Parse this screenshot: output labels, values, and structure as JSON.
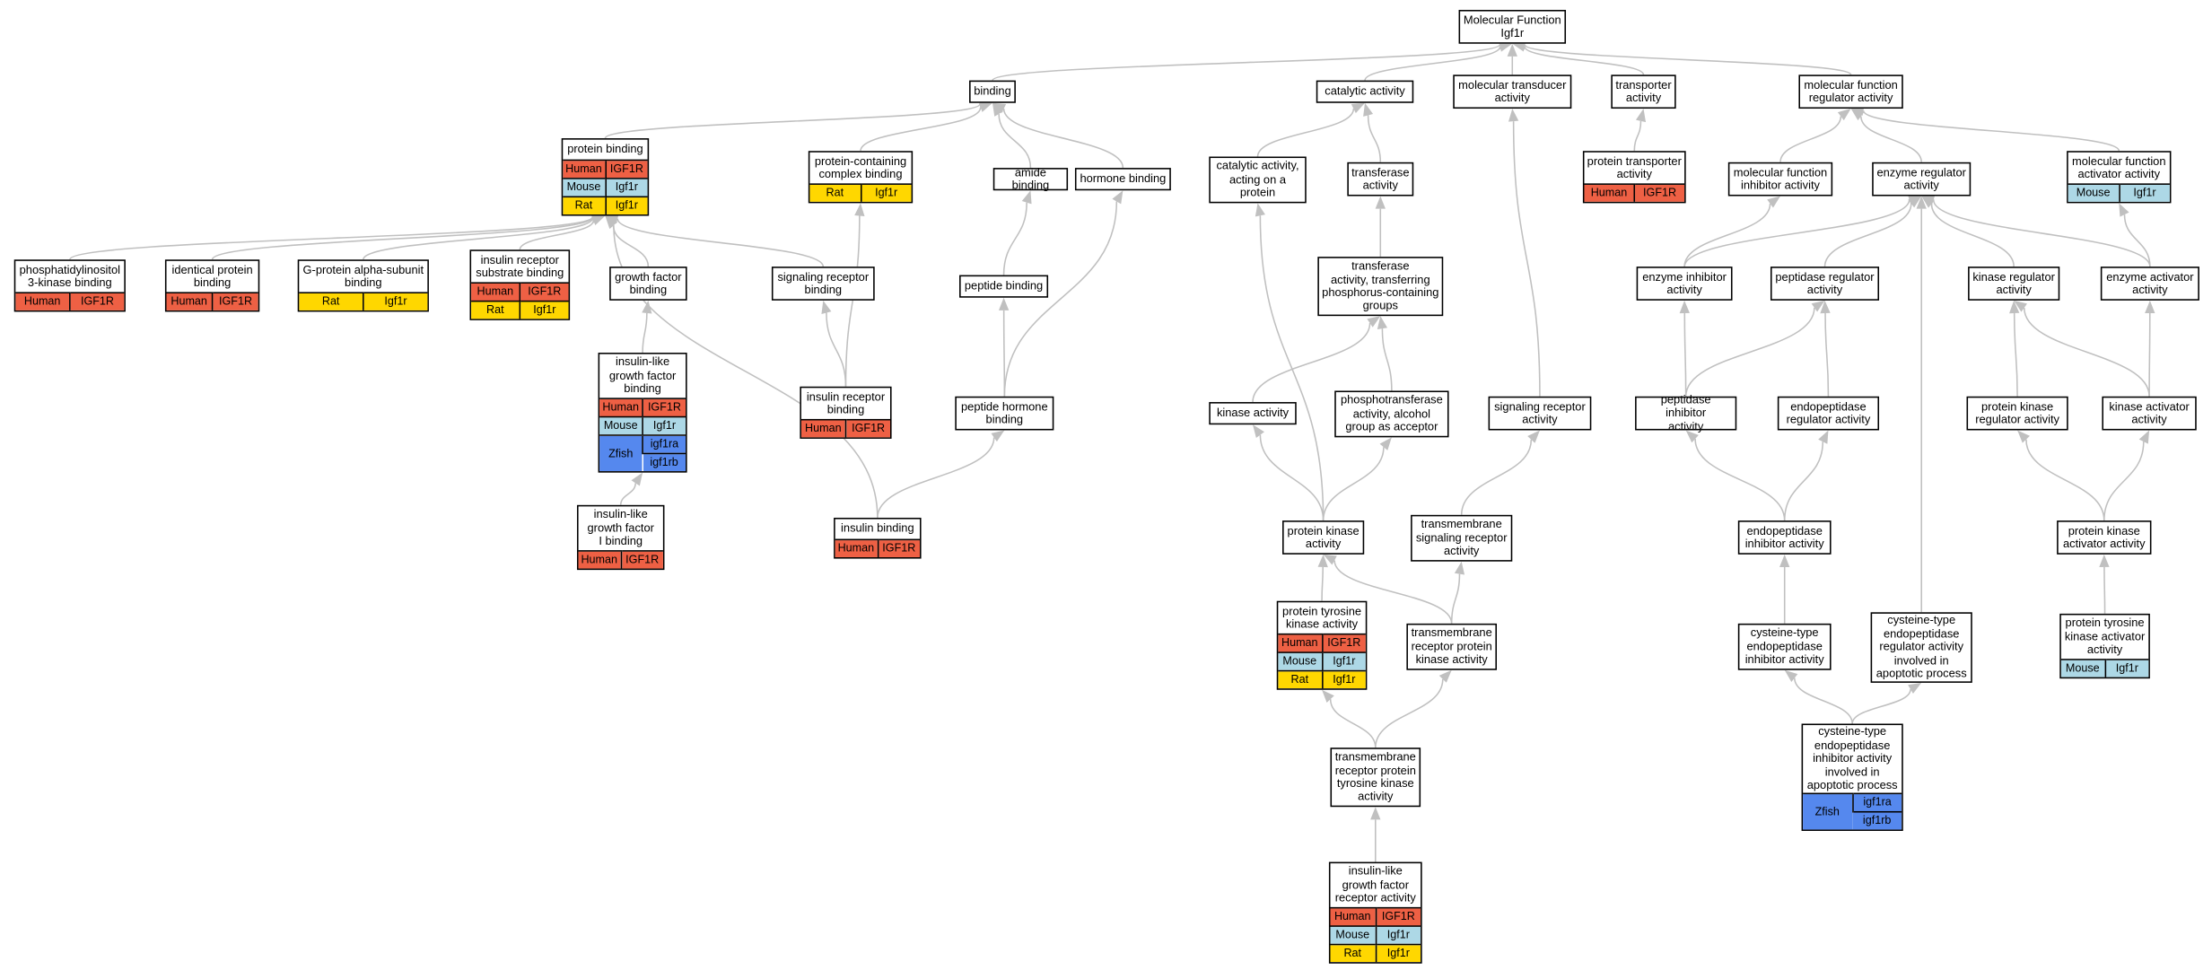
{
  "colors": {
    "Human": "#ee6044",
    "Mouse": "#add8e6",
    "Rat": "#ffd700",
    "Zfish": "#5588ee",
    "edge": "#c0c0c0"
  },
  "nodes": [
    {
      "id": "mf",
      "label": "Molecular Function\nIgf1r",
      "orth": []
    },
    {
      "id": "binding",
      "label": "binding",
      "orth": []
    },
    {
      "id": "catalytic",
      "label": "catalytic activity",
      "orth": []
    },
    {
      "id": "transducer",
      "label": "molecular transducer\nactivity",
      "orth": []
    },
    {
      "id": "transporter",
      "label": "transporter\nactivity",
      "orth": []
    },
    {
      "id": "mfreg",
      "label": "molecular function\nregulator activity",
      "orth": []
    },
    {
      "id": "protbind",
      "label": "protein binding",
      "orth": [
        {
          "sp": "Human",
          "genes": [
            "IGF1R"
          ]
        },
        {
          "sp": "Mouse",
          "genes": [
            "Igf1r"
          ]
        },
        {
          "sp": "Rat",
          "genes": [
            "Igf1r"
          ]
        }
      ]
    },
    {
      "id": "pccbind",
      "label": "protein-containing\ncomplex binding",
      "orth": [
        {
          "sp": "Rat",
          "genes": [
            "Igf1r"
          ]
        }
      ]
    },
    {
      "id": "amide",
      "label": "amide binding",
      "orth": []
    },
    {
      "id": "hormone",
      "label": "hormone binding",
      "orth": []
    },
    {
      "id": "catprot",
      "label": "catalytic activity,\nacting on a\nprotein",
      "orth": []
    },
    {
      "id": "transferase",
      "label": "transferase\nactivity",
      "orth": []
    },
    {
      "id": "prottransp",
      "label": "protein transporter\nactivity",
      "orth": [
        {
          "sp": "Human",
          "genes": [
            "IGF1R"
          ]
        }
      ]
    },
    {
      "id": "mfinhib",
      "label": "molecular function\ninhibitor activity",
      "orth": []
    },
    {
      "id": "enzreg",
      "label": "enzyme regulator\nactivity",
      "orth": []
    },
    {
      "id": "mfact",
      "label": "molecular function\nactivator activity",
      "orth": [
        {
          "sp": "Mouse",
          "genes": [
            "Igf1r"
          ]
        }
      ]
    },
    {
      "id": "pi3k",
      "label": "phosphatidylinositol\n3-kinase binding",
      "orth": [
        {
          "sp": "Human",
          "genes": [
            "IGF1R"
          ]
        }
      ]
    },
    {
      "id": "identical",
      "label": "identical protein\nbinding",
      "orth": [
        {
          "sp": "Human",
          "genes": [
            "IGF1R"
          ]
        }
      ]
    },
    {
      "id": "galpha",
      "label": "G-protein alpha-subunit\nbinding",
      "orth": [
        {
          "sp": "Rat",
          "genes": [
            "Igf1r"
          ]
        }
      ]
    },
    {
      "id": "irsbind",
      "label": "insulin receptor\nsubstrate binding",
      "orth": [
        {
          "sp": "Human",
          "genes": [
            "IGF1R"
          ]
        },
        {
          "sp": "Rat",
          "genes": [
            "Igf1r"
          ]
        }
      ]
    },
    {
      "id": "gfbind",
      "label": "growth factor\nbinding",
      "orth": []
    },
    {
      "id": "sigrecbind",
      "label": "signaling receptor\nbinding",
      "orth": []
    },
    {
      "id": "peptbind",
      "label": "peptide binding",
      "orth": []
    },
    {
      "id": "transphos",
      "label": "transferase\nactivity, transferring\nphosphorus-containing\ngroups",
      "orth": []
    },
    {
      "id": "enzinhib",
      "label": "enzyme inhibitor\nactivity",
      "orth": []
    },
    {
      "id": "peptreg",
      "label": "peptidase regulator\nactivity",
      "orth": []
    },
    {
      "id": "kinreg",
      "label": "kinase regulator\nactivity",
      "orth": []
    },
    {
      "id": "enzact",
      "label": "enzyme activator\nactivity",
      "orth": []
    },
    {
      "id": "igfbind",
      "label": "insulin-like\ngrowth factor\nbinding",
      "orth": [
        {
          "sp": "Human",
          "genes": [
            "IGF1R"
          ]
        },
        {
          "sp": "Mouse",
          "genes": [
            "Igf1r"
          ]
        },
        {
          "sp": "Zfish",
          "genes": [
            "igf1ra",
            "igf1rb"
          ]
        }
      ]
    },
    {
      "id": "irbind",
      "label": "insulin receptor\nbinding",
      "orth": [
        {
          "sp": "Human",
          "genes": [
            "IGF1R"
          ]
        }
      ]
    },
    {
      "id": "pephorm",
      "label": "peptide hormone\nbinding",
      "orth": []
    },
    {
      "id": "kinase",
      "label": "kinase activity",
      "orth": []
    },
    {
      "id": "phosalc",
      "label": "phosphotransferase\nactivity, alcohol\ngroup as acceptor",
      "orth": []
    },
    {
      "id": "sigrec",
      "label": "signaling receptor\nactivity",
      "orth": []
    },
    {
      "id": "peptinhib",
      "label": "peptidase inhibitor\nactivity",
      "orth": []
    },
    {
      "id": "endoreg",
      "label": "endopeptidase\nregulator activity",
      "orth": []
    },
    {
      "id": "pkreg",
      "label": "protein kinase\nregulator activity",
      "orth": []
    },
    {
      "id": "kinact",
      "label": "kinase activator\nactivity",
      "orth": []
    },
    {
      "id": "igf1bind",
      "label": "insulin-like\ngrowth factor\nI binding",
      "orth": [
        {
          "sp": "Human",
          "genes": [
            "IGF1R"
          ]
        }
      ]
    },
    {
      "id": "insbind",
      "label": "insulin binding",
      "orth": [
        {
          "sp": "Human",
          "genes": [
            "IGF1R"
          ]
        }
      ]
    },
    {
      "id": "pk",
      "label": "protein kinase\nactivity",
      "orth": []
    },
    {
      "id": "tmsig",
      "label": "transmembrane\nsignaling receptor\nactivity",
      "orth": []
    },
    {
      "id": "endoinhib",
      "label": "endopeptidase\ninhibitor activity",
      "orth": []
    },
    {
      "id": "pkact",
      "label": "protein kinase\nactivator activity",
      "orth": []
    },
    {
      "id": "ptk",
      "label": "protein tyrosine\nkinase activity",
      "orth": [
        {
          "sp": "Human",
          "genes": [
            "IGF1R"
          ]
        },
        {
          "sp": "Mouse",
          "genes": [
            "Igf1r"
          ]
        },
        {
          "sp": "Rat",
          "genes": [
            "Igf1r"
          ]
        }
      ]
    },
    {
      "id": "tmrpk",
      "label": "transmembrane\nreceptor protein\nkinase activity",
      "orth": []
    },
    {
      "id": "cysinhib",
      "label": "cysteine-type\nendopeptidase\ninhibitor activity",
      "orth": []
    },
    {
      "id": "cysreg",
      "label": "cysteine-type\nendopeptidase\nregulator activity\ninvolved in\napoptotic process",
      "orth": []
    },
    {
      "id": "ptkact",
      "label": "protein tyrosine\nkinase activator\nactivity",
      "orth": [
        {
          "sp": "Mouse",
          "genes": [
            "Igf1r"
          ]
        }
      ]
    },
    {
      "id": "tmrptk",
      "label": "transmembrane\nreceptor protein\ntyrosine kinase\nactivity",
      "orth": []
    },
    {
      "id": "cysinhibapop",
      "label": "cysteine-type\nendopeptidase\ninhibitor activity\ninvolved in\napoptotic process",
      "orth": [
        {
          "sp": "Zfish",
          "genes": [
            "igf1ra",
            "igf1rb"
          ]
        }
      ]
    },
    {
      "id": "igf1rec",
      "label": "insulin-like\ngrowth factor\nreceptor activity",
      "orth": [
        {
          "sp": "Human",
          "genes": [
            "IGF1R"
          ]
        },
        {
          "sp": "Mouse",
          "genes": [
            "Igf1r"
          ]
        },
        {
          "sp": "Rat",
          "genes": [
            "Igf1r"
          ]
        }
      ]
    }
  ],
  "edges": [
    [
      "binding",
      "mf"
    ],
    [
      "catalytic",
      "mf"
    ],
    [
      "transducer",
      "mf"
    ],
    [
      "transporter",
      "mf"
    ],
    [
      "mfreg",
      "mf"
    ],
    [
      "protbind",
      "binding"
    ],
    [
      "pccbind",
      "binding"
    ],
    [
      "amide",
      "binding"
    ],
    [
      "hormone",
      "binding"
    ],
    [
      "catprot",
      "catalytic"
    ],
    [
      "transferase",
      "catalytic"
    ],
    [
      "sigrec",
      "transducer"
    ],
    [
      "prottransp",
      "transporter"
    ],
    [
      "mfinhib",
      "mfreg"
    ],
    [
      "enzreg",
      "mfreg"
    ],
    [
      "mfact",
      "mfreg"
    ],
    [
      "pi3k",
      "protbind"
    ],
    [
      "identical",
      "protbind"
    ],
    [
      "galpha",
      "protbind"
    ],
    [
      "irsbind",
      "protbind"
    ],
    [
      "gfbind",
      "protbind"
    ],
    [
      "sigrecbind",
      "protbind"
    ],
    [
      "insbind",
      "protbind"
    ],
    [
      "irbind",
      "pccbind"
    ],
    [
      "peptbind",
      "amide"
    ],
    [
      "pephorm",
      "hormone"
    ],
    [
      "pephorm",
      "peptbind"
    ],
    [
      "irbind",
      "sigrecbind"
    ],
    [
      "igfbind",
      "gfbind"
    ],
    [
      "igf1bind",
      "igfbind"
    ],
    [
      "insbind",
      "pephorm"
    ],
    [
      "pk",
      "catprot"
    ],
    [
      "transphos",
      "transferase"
    ],
    [
      "kinase",
      "transphos"
    ],
    [
      "phosalc",
      "transphos"
    ],
    [
      "pk",
      "kinase"
    ],
    [
      "pk",
      "phosalc"
    ],
    [
      "ptk",
      "pk"
    ],
    [
      "tmrpk",
      "pk"
    ],
    [
      "tmsig",
      "sigrec"
    ],
    [
      "tmrpk",
      "tmsig"
    ],
    [
      "tmrptk",
      "tmrpk"
    ],
    [
      "tmrptk",
      "ptk"
    ],
    [
      "igf1rec",
      "tmrptk"
    ],
    [
      "enzinhib",
      "mfinhib"
    ],
    [
      "enzinhib",
      "enzreg"
    ],
    [
      "peptreg",
      "enzreg"
    ],
    [
      "kinreg",
      "enzreg"
    ],
    [
      "enzact",
      "enzreg"
    ],
    [
      "enzact",
      "mfact"
    ],
    [
      "cysreg",
      "enzreg"
    ],
    [
      "peptinhib",
      "enzinhib"
    ],
    [
      "peptinhib",
      "peptreg"
    ],
    [
      "endoreg",
      "peptreg"
    ],
    [
      "endoinhib",
      "peptinhib"
    ],
    [
      "endoinhib",
      "endoreg"
    ],
    [
      "cysinhib",
      "endoinhib"
    ],
    [
      "cysinhibapop",
      "cysinhib"
    ],
    [
      "cysinhibapop",
      "cysreg"
    ],
    [
      "pkreg",
      "kinreg"
    ],
    [
      "kinact",
      "kinreg"
    ],
    [
      "kinact",
      "enzact"
    ],
    [
      "pkact",
      "pkreg"
    ],
    [
      "pkact",
      "kinact"
    ],
    [
      "ptkact",
      "pkact"
    ]
  ]
}
